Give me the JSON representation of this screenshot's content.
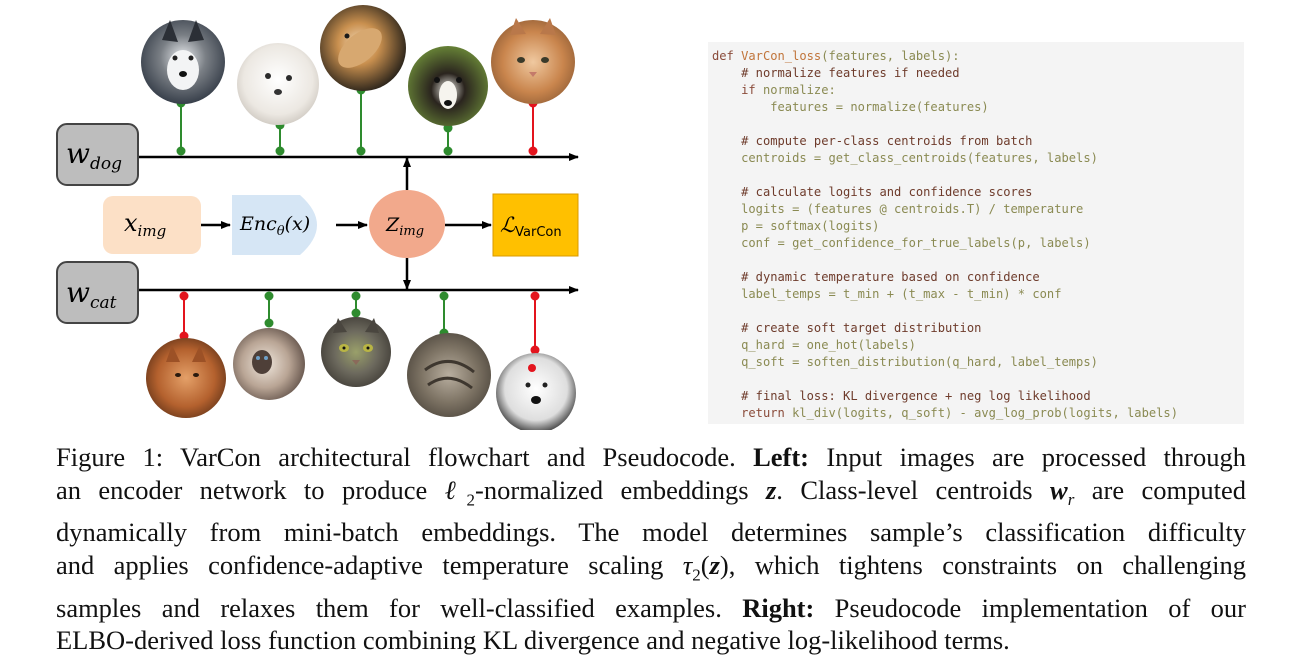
{
  "diagram": {
    "labels": {
      "w_dog_main": "w",
      "w_dog_sub": "dog",
      "w_cat_main": "w",
      "w_cat_sub": "cat",
      "x_img_main": "x",
      "x_img_sub": "img",
      "enc_main": "Enc",
      "enc_sub": "θ",
      "enc_arg": "(x)",
      "z_img_main": "Z",
      "z_img_sub": "img",
      "loss_main": "ℒ",
      "loss_sub": "VarCon"
    },
    "colors": {
      "green": "#2e8b2e",
      "red": "#e3141d",
      "line": "#000000",
      "w_box": "#bdbdbd",
      "x_box": "#fce0c6",
      "enc_box": "#d6e6f5",
      "z_circle": "#f2a98c",
      "loss_box": "#ffc000"
    },
    "top_images": [
      {
        "subject": "husky",
        "pin": "green"
      },
      {
        "subject": "white-dog",
        "pin": "green"
      },
      {
        "subject": "hamster-dog",
        "pin": "green"
      },
      {
        "subject": "bernese-dog",
        "pin": "green"
      },
      {
        "subject": "orange-cat",
        "pin": "red"
      }
    ],
    "bottom_images": [
      {
        "subject": "orange-kitten",
        "pin": "red"
      },
      {
        "subject": "siamese-cat",
        "pin": "green"
      },
      {
        "subject": "tabby-cat",
        "pin": "green"
      },
      {
        "subject": "grey-tabby-cat",
        "pin": "green"
      },
      {
        "subject": "sheepdog",
        "pin": "red"
      }
    ]
  },
  "code": {
    "lines": [
      [
        {
          "t": "def ",
          "c": "kw"
        },
        {
          "t": "VarCon_loss",
          "c": "fn"
        },
        {
          "t": "(features, labels):",
          "c": "tx"
        }
      ],
      [
        {
          "t": "    # normalize features if needed",
          "c": "cm"
        }
      ],
      [
        {
          "t": "    ",
          "c": "tx"
        },
        {
          "t": "if ",
          "c": "kw"
        },
        {
          "t": "normalize:",
          "c": "tx"
        }
      ],
      [
        {
          "t": "        features = normalize(features)",
          "c": "tx"
        }
      ],
      [
        {
          "t": "",
          "c": "tx"
        }
      ],
      [
        {
          "t": "    # compute per-class centroids from batch",
          "c": "cm"
        }
      ],
      [
        {
          "t": "    centroids = get_class_centroids(features, labels)",
          "c": "tx"
        }
      ],
      [
        {
          "t": "",
          "c": "tx"
        }
      ],
      [
        {
          "t": "    # calculate logits and confidence scores",
          "c": "cm"
        }
      ],
      [
        {
          "t": "    logits = (features @ centroids.T) / temperature",
          "c": "tx"
        }
      ],
      [
        {
          "t": "    p = softmax(logits)",
          "c": "tx"
        }
      ],
      [
        {
          "t": "    conf = get_confidence_for_true_labels(p, labels)",
          "c": "tx"
        }
      ],
      [
        {
          "t": "",
          "c": "tx"
        }
      ],
      [
        {
          "t": "    # dynamic temperature based on confidence",
          "c": "cm"
        }
      ],
      [
        {
          "t": "    label_temps = t_min + (t_max - t_min) * conf",
          "c": "tx"
        }
      ],
      [
        {
          "t": "",
          "c": "tx"
        }
      ],
      [
        {
          "t": "    # create soft target distribution",
          "c": "cm"
        }
      ],
      [
        {
          "t": "    q_hard = one_hot(labels)",
          "c": "tx"
        }
      ],
      [
        {
          "t": "    q_soft = soften_distribution(q_hard, label_temps)",
          "c": "tx"
        }
      ],
      [
        {
          "t": "",
          "c": "tx"
        }
      ],
      [
        {
          "t": "    # final loss: KL divergence + neg log likelihood",
          "c": "cm"
        }
      ],
      [
        {
          "t": "    ",
          "c": "tx"
        },
        {
          "t": "return ",
          "c": "kw"
        },
        {
          "t": "kl_div(logits, q_soft) - avg_log_prob(logits, labels)",
          "c": "tx"
        }
      ]
    ]
  },
  "caption": {
    "l1a": "Figure 1: VarCon architectural flowchart and Pseudocode. ",
    "l1b": "Left:",
    "l1c": " Input images are processed through",
    "l2a": "an encoder network to produce ",
    "l2b": "ℓ",
    "l2c": "2",
    "l2d": "-normalized embeddings ",
    "l2e": "z",
    "l2f": ". Class-level centroids ",
    "l2g": "w",
    "l2h": "r",
    "l2i": " are computed",
    "l3": "dynamically from mini-batch embeddings. The model determines sample’s classification difficulty",
    "l4a": "and applies confidence-adaptive temperature scaling ",
    "l4b": "τ",
    "l4c": "2",
    "l4d": "(",
    "l4e": "z",
    "l4f": ")",
    "l4g": ", which tightens constraints on challenging",
    "l5a": "samples and relaxes them for well-classified examples. ",
    "l5b": "Right:",
    "l5c": " Pseudocode implementation of our",
    "l6": "ELBO-derived loss function combining KL divergence and negative log-likelihood terms."
  }
}
